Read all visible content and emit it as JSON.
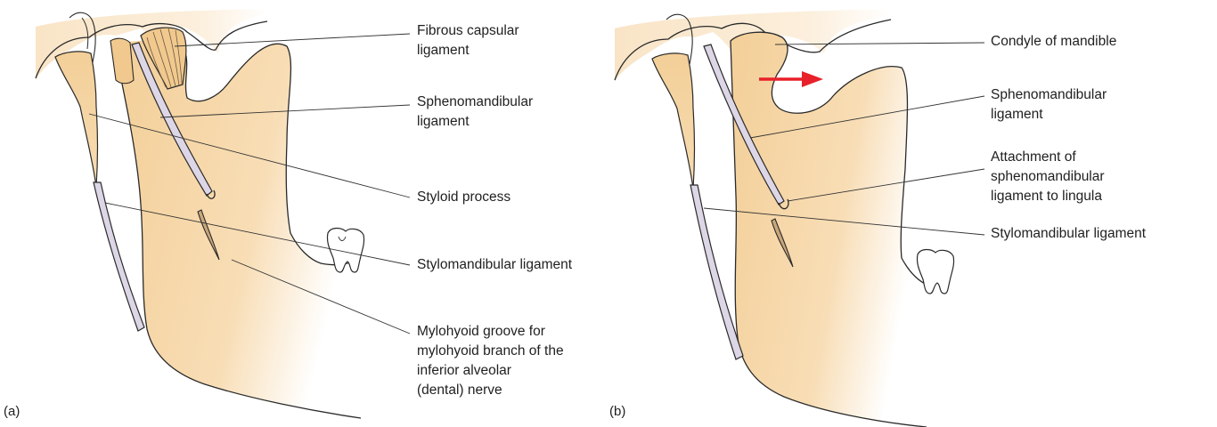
{
  "panel_a": {
    "caption": "(a)",
    "labels": {
      "fibrous_capsular_ligament": [
        "Fibrous capsular",
        "ligament"
      ],
      "sphenomandibular_ligament": [
        "Sphenomandibular",
        "ligament"
      ],
      "styloid_process": [
        "Styloid process"
      ],
      "stylomandibular_ligament": [
        "Stylomandibular ligament"
      ],
      "mylohyoid_groove": [
        "Mylohyoid groove for",
        "mylohyoid branch of the",
        "inferior alveolar",
        "(dental) nerve"
      ]
    }
  },
  "panel_b": {
    "caption": "(b)",
    "labels": {
      "condyle_of_mandible": [
        "Condyle of mandible"
      ],
      "sphenomandibular_ligament": [
        "Sphenomandibular",
        "ligament"
      ],
      "attachment_to_lingula": [
        "Attachment of",
        "sphenomandibular",
        "ligament to lingula"
      ],
      "stylomandibular_ligament": [
        "Stylomandibular ligament"
      ]
    },
    "arrow_color": "#e8202a"
  },
  "colors": {
    "bone": "#f6d6a6",
    "skull": "#fbe9d2",
    "ligament": "#ddd6e6",
    "outline": "#2a2a2a",
    "leader": "#333333"
  }
}
